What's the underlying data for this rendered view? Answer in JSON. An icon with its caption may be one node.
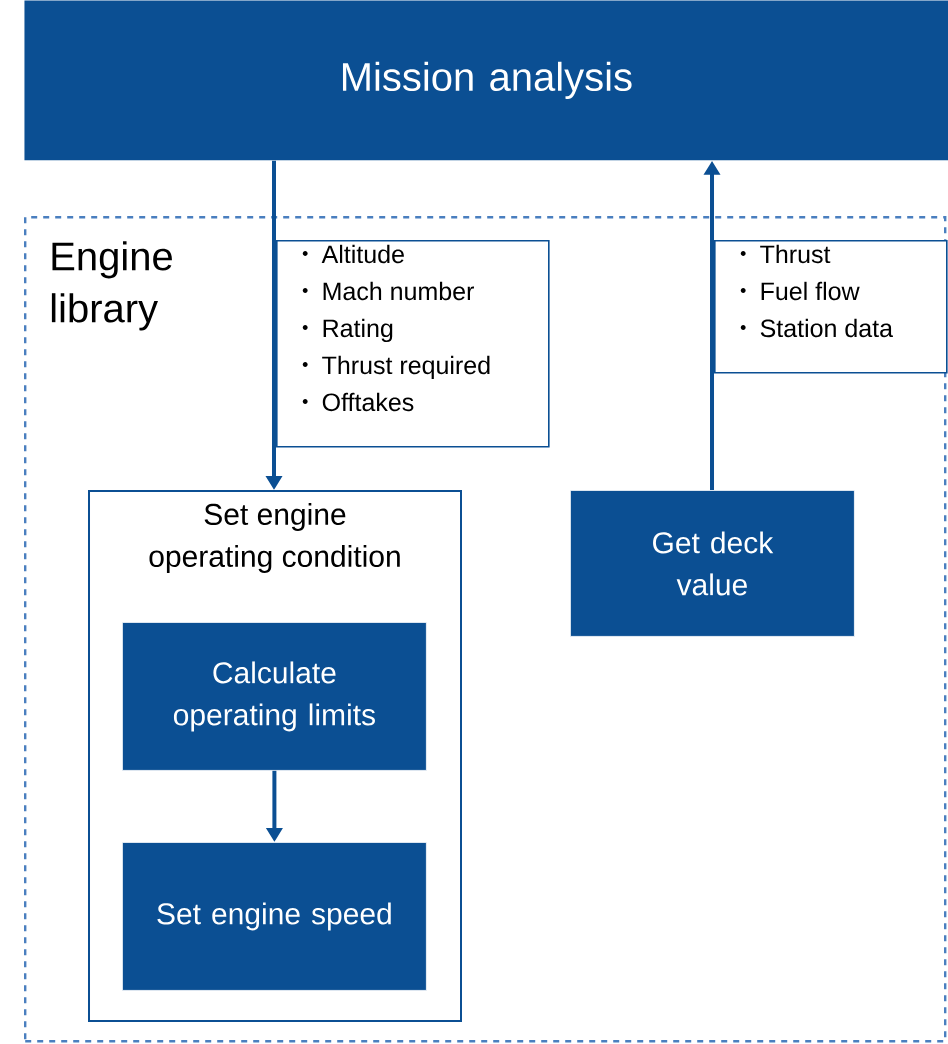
{
  "diagram": {
    "nodes": [
      {
        "text": [
          "Mission analysis"
        ]
      },
      {
        "text": [
          "Engine library"
        ]
      },
      {
        "text": [
          "Set engine operating condition"
        ],
        "in": 1
      },
      {
        "text": [
          "Calculate operating limits"
        ],
        "in": 2
      },
      {
        "text": [
          "Set engine speed"
        ],
        "in": 2
      },
      {
        "text": [
          "Get deck value"
        ],
        "in": 1
      },
      {
        "text": [
          "Altitude",
          "Mach number",
          "Rating",
          "Thrust required",
          "Offtakes"
        ],
        "in": 1
      },
      {
        "text": [
          "Thrust",
          "Fuel flow",
          "Station data"
        ],
        "in": 1
      }
    ],
    "edges": [
      {
        "from": 0,
        "to": 2,
        "arrow": "to"
      },
      {
        "from": 5,
        "to": 0,
        "arrow": "to"
      },
      {
        "from": 3,
        "to": 4,
        "arrow": "to"
      }
    ]
  }
}
